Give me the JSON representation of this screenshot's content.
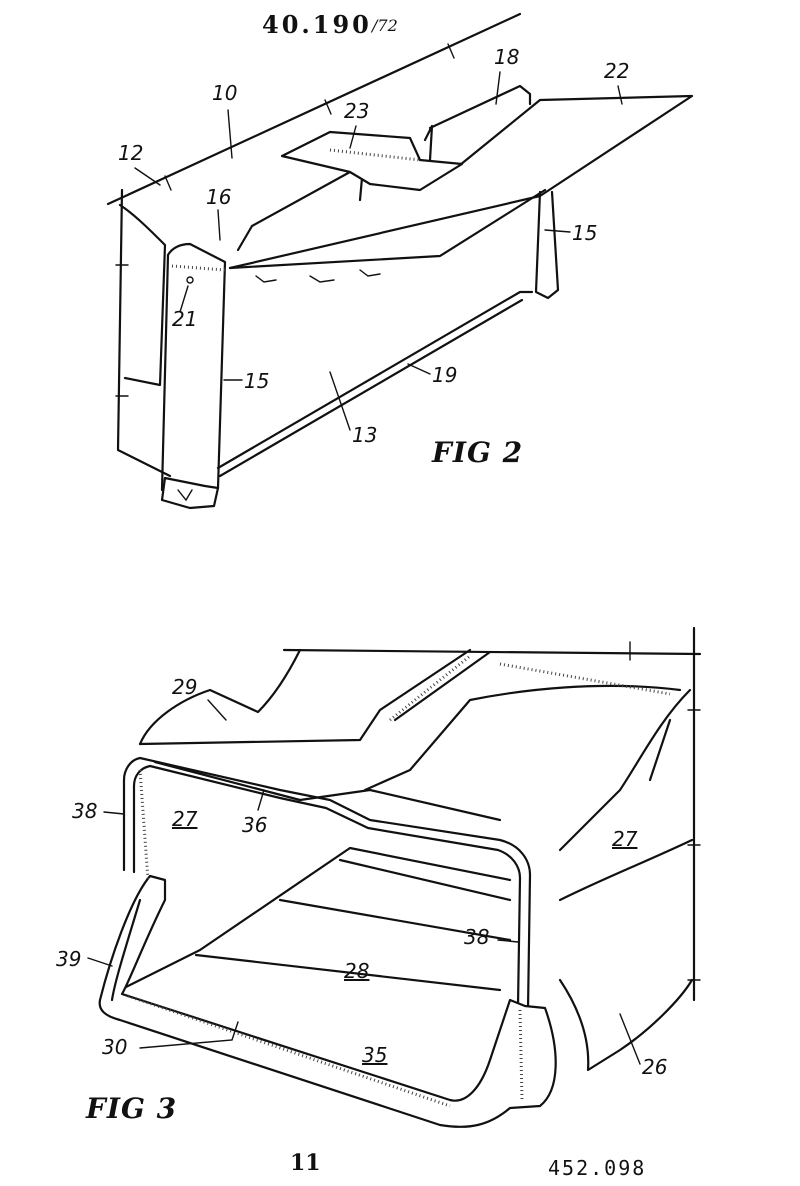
{
  "header": {
    "number": "40.190",
    "suffix": "/72"
  },
  "figures": [
    {
      "label": "FIG 2",
      "refs": [
        "10",
        "12",
        "16",
        "18",
        "22",
        "23",
        "15",
        "21",
        "15",
        "19",
        "13"
      ]
    },
    {
      "label": "FIG 3",
      "refs": [
        "29",
        "38",
        "27",
        "36",
        "27",
        "39",
        "38",
        "28",
        "30",
        "35",
        "26"
      ]
    }
  ],
  "footer": {
    "page_number": "11",
    "doc_number": "452.098"
  }
}
